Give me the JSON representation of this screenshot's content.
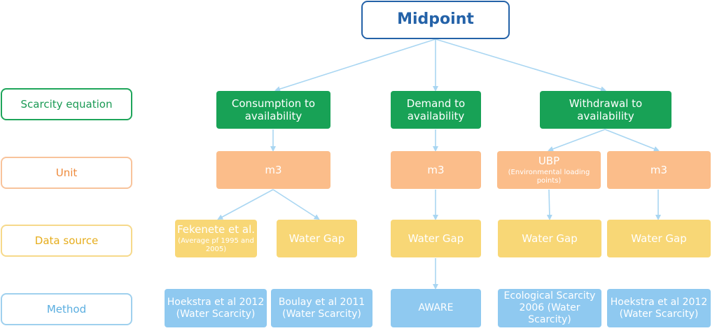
{
  "title": "Midpoint",
  "row_labels": {
    "equation": "Scarcity equation",
    "unit": "Unit",
    "source": "Data source",
    "method": "Method"
  },
  "equations": {
    "consumption": "Consumption to availability",
    "demand": "Demand to availability",
    "withdrawal": "Withdrawal to availability"
  },
  "units": {
    "consumption": "m3",
    "demand": "m3",
    "withdrawal_ubp": "UBP",
    "withdrawal_ubp_note": "(Environmental loading points)",
    "withdrawal_m3": "m3"
  },
  "sources": {
    "fekenete": "Fekenete et al.",
    "fekenete_note": "(Average pf 1995 and 2005)",
    "watergap_1": "Water Gap",
    "watergap_2": "Water Gap",
    "watergap_3": "Water Gap",
    "watergap_4": "Water Gap"
  },
  "methods": {
    "hoekstra_1": "Hoekstra et al 2012 (Water Scarcity)",
    "boulay": "Boulay et al 2011 (Water Scarcity)",
    "aware": "AWARE",
    "ecological": "Ecological Scarcity 2006 (Water Scarcity)",
    "hoekstra_2": "Hoekstra et al 2012 (Water Scarcity)"
  }
}
